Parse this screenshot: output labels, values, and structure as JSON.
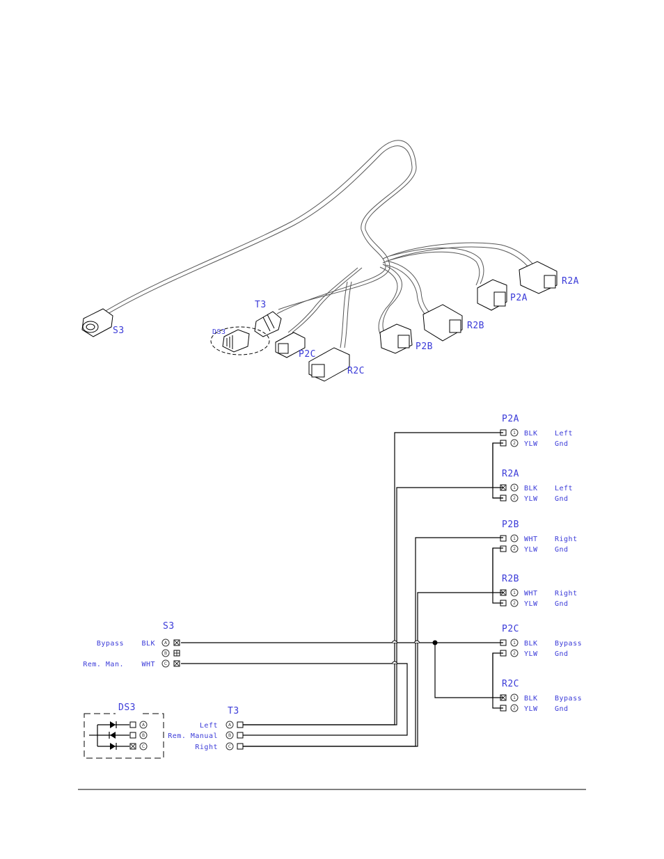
{
  "harness": {
    "labels": {
      "s3": "S3",
      "t3": "T3",
      "ds3": "DS3",
      "p2c": "P2C",
      "r2c": "R2C",
      "p2b": "P2B",
      "r2b": "R2B",
      "p2a": "P2A",
      "r2a": "R2A"
    }
  },
  "schematic": {
    "right_connectors": [
      {
        "title": "P2A",
        "pins": [
          {
            "num": "1",
            "color": "BLK",
            "func": "Left"
          },
          {
            "num": "2",
            "color": "YLW",
            "func": "Gnd"
          }
        ]
      },
      {
        "title": "R2A",
        "pins": [
          {
            "num": "1",
            "color": "BLK",
            "func": "Left"
          },
          {
            "num": "2",
            "color": "YLW",
            "func": "Gnd"
          }
        ]
      },
      {
        "title": "P2B",
        "pins": [
          {
            "num": "1",
            "color": "WHT",
            "func": "Right"
          },
          {
            "num": "2",
            "color": "YLW",
            "func": "Gnd"
          }
        ]
      },
      {
        "title": "R2B",
        "pins": [
          {
            "num": "1",
            "color": "WHT",
            "func": "Right"
          },
          {
            "num": "2",
            "color": "YLW",
            "func": "Gnd"
          }
        ]
      },
      {
        "title": "P2C",
        "pins": [
          {
            "num": "1",
            "color": "BLK",
            "func": "Bypass"
          },
          {
            "num": "2",
            "color": "YLW",
            "func": "Gnd"
          }
        ]
      },
      {
        "title": "R2C",
        "pins": [
          {
            "num": "1",
            "color": "BLK",
            "func": "Bypass"
          },
          {
            "num": "2",
            "color": "YLW",
            "func": "Gnd"
          }
        ]
      }
    ],
    "s3": {
      "title": "S3",
      "pins": [
        {
          "func": "Bypass",
          "color": "BLK",
          "num": "A"
        },
        {
          "func": "",
          "color": "",
          "num": "B"
        },
        {
          "func": "Rem. Man.",
          "color": "WHT",
          "num": "C"
        }
      ]
    },
    "t3": {
      "title": "T3",
      "pins": [
        {
          "func": "Left",
          "num": "A"
        },
        {
          "func": "Rem. Manual",
          "num": "B"
        },
        {
          "func": "Right",
          "num": "C"
        }
      ]
    },
    "ds3": {
      "title": "DS3",
      "pins": [
        {
          "num": "A"
        },
        {
          "num": "B"
        },
        {
          "num": "C"
        }
      ]
    }
  }
}
